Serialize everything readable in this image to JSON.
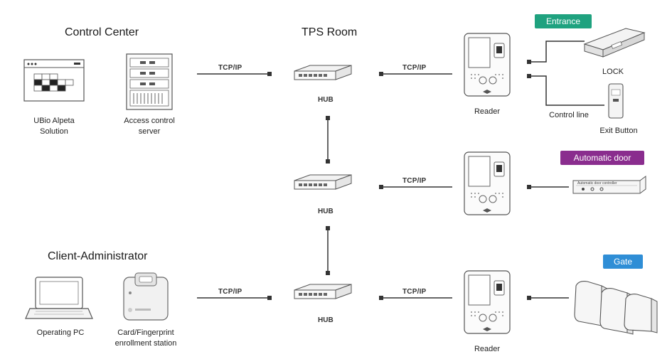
{
  "sections": {
    "control_center": "Control Center",
    "tps_room": "TPS Room",
    "client_admin": "Client-Administrator"
  },
  "devices": {
    "ubio_line1": "UBio Alpeta",
    "ubio_line2": "Solution",
    "server_line1": "Access control",
    "server_line2": "server",
    "pc": "Operating PC",
    "enroll_line1": "Card/Fingerprint",
    "enroll_line2": "enrollment station",
    "reader_top": "Reader",
    "reader_bottom": "Reader",
    "lock": "LOCK",
    "exit_button": "Exit Button",
    "control_line": "Control line",
    "auto_door_panel_text": "Automatic door controller"
  },
  "hubs": [
    "HUB",
    "HUB",
    "HUB"
  ],
  "links": [
    "TCP/IP",
    "TCP/IP",
    "TCP/IP",
    "TCP/IP",
    "TCP/IP"
  ],
  "badges": {
    "entrance": "Entrance",
    "automatic_door": "Automatic door",
    "gate": "Gate"
  },
  "colors": {
    "entrance": "#1fa27f",
    "automatic_door": "#8a2d8e",
    "gate": "#2f8ed6",
    "line": "#333333",
    "device_outline": "#555555"
  }
}
